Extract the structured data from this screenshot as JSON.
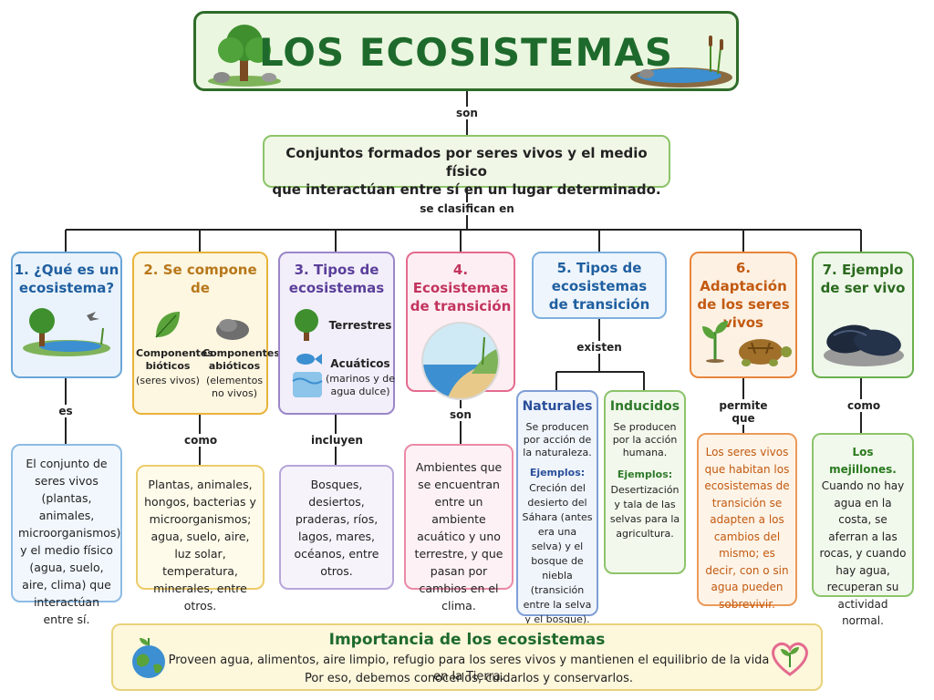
{
  "title": "LOS ECOSISTEMAS",
  "connector_son_top": "son",
  "definition": [
    "Conjuntos formados por seres vivos y el medio físico",
    "que interactúan entre sí en un lugar determinado."
  ],
  "connector_clasifican": "se clasifican en",
  "categories": [
    {
      "title": "1. ¿Qué es un ecosistema?",
      "connector": "es",
      "description": "El conjunto de seres vivos (plantas, animales, microorganismos) y el medio físico (agua, suelo, aire, clima) que interactúan entre sí."
    },
    {
      "title": "2. Se compone de",
      "connector": "como",
      "biotic_label": "Componentes bióticos",
      "biotic_sub": "(seres vivos)",
      "abiotic_label": "Componentes abióticos",
      "abiotic_sub": "(elementos no vivos)",
      "description": "Plantas, animales, hongos, bacterias y microorganismos; agua, suelo, aire, luz solar, temperatura, minerales, entre otros."
    },
    {
      "title": "3. Tipos de ecosistemas",
      "connector": "incluyen",
      "terrestrial": "Terrestres",
      "aquatic": "Acuáticos",
      "aquatic_sub": "(marinos y de agua dulce)",
      "description": "Bosques, desiertos, praderas, ríos, lagos, mares, océanos, entre otros."
    },
    {
      "title": "4. Ecosistemas de transición",
      "connector": "son",
      "description": "Ambientes que se encuentran entre un ambiente acuático y uno terrestre, y que pasan por cambios en el clima."
    },
    {
      "title": "5. Tipos de ecosistemas de transición",
      "connector": "existen",
      "naturales": {
        "title": "Naturales",
        "text": "Se producen por acción de la naturaleza.",
        "ex_label": "Ejemplos:",
        "examples": "Creción del desierto del Sáhara (antes era una selva) y el bosque de niebla (transición entre la selva y el bosque)."
      },
      "inducidos": {
        "title": "Inducidos",
        "text": "Se producen por la acción humana.",
        "ex_label": "Ejemplos:",
        "examples": "Desertización y tala de las selvas para la agricultura."
      }
    },
    {
      "title": "6. Adaptación de los seres vivos",
      "connector": "permite que",
      "description": "Los seres vivos que habitan los ecosistemas de transición se adapten a los cambios del mismo; es decir, con o sin agua pueden sobrevivir."
    },
    {
      "title": "7. Ejemplo de ser vivo",
      "connector": "como",
      "highlight": "Los mejillones.",
      "description": "Cuando no hay agua en la costa, se aferran a las rocas, y cuando hay agua, recuperan su actividad normal."
    }
  ],
  "importance": {
    "title": "Importancia de los ecosistemas",
    "line1": "Proveen agua, alimentos, aire limpio, refugio para los seres vivos y mantienen el equilibrio de la vida en la Tierra.",
    "line2": "Por eso, debemos conocerlos, cuidarlos y conservarlos."
  },
  "colors": {
    "blue": "#6aa6d8",
    "orange": "#e8b33a",
    "purple": "#9b86c8",
    "pink": "#e46b8f",
    "lightblue": "#7fb0de",
    "deeporange": "#e8853a",
    "green": "#6bb04f",
    "title_green": "#1e6a2c"
  },
  "icons": [
    "tree-icon",
    "pond-icon",
    "leaf-icon",
    "rock-icon",
    "fish-icon",
    "water-icon",
    "beach-icon",
    "sprout-icon",
    "turtle-icon",
    "mussel-icon",
    "earth-icon",
    "heart-icon"
  ]
}
